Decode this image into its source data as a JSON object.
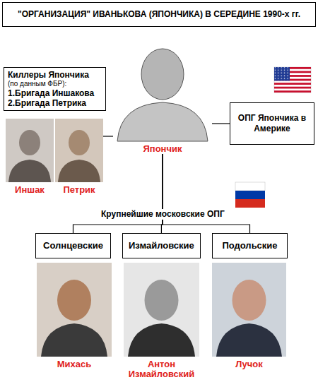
{
  "diagram": {
    "title": "\"ОРГАНИЗАЦИЯ\" ИВАНЬКОВА (ЯПОНЧИКА) В СЕРЕДИНЕ 1990-х гг.",
    "nodes": [
      {
        "text": [
          "Киллеры Япончика",
          "(по данным ФБР):",
          "1.Бригада Иншакова",
          "2.Бригада Петрика"
        ]
      },
      {
        "text": [
          "Иншак"
        ]
      },
      {
        "text": [
          "Петрик"
        ]
      },
      {
        "text": [
          "Япончик"
        ]
      },
      {
        "text": [
          "ОПГ Япончика в Америке"
        ]
      },
      {
        "text": [
          "Солнцевские"
        ]
      },
      {
        "text": [
          "Измайловские"
        ]
      },
      {
        "text": [
          "Подольские"
        ]
      },
      {
        "text": [
          "Михась"
        ]
      },
      {
        "text": [
          "Антон Измайловский"
        ]
      },
      {
        "text": [
          "Лучок"
        ]
      }
    ],
    "edges": [
      {
        "from": 2,
        "to": 3,
        "arrow": "none"
      },
      {
        "from": 3,
        "to": 4,
        "arrow": "none"
      },
      {
        "from": 3,
        "to": 5,
        "arrow": "none"
      },
      {
        "from": 3,
        "to": 6,
        "arrow": "none"
      },
      {
        "from": 3,
        "to": 7,
        "arrow": "none"
      }
    ],
    "labels": [
      "Крупнейшие московские ОПГ"
    ]
  }
}
